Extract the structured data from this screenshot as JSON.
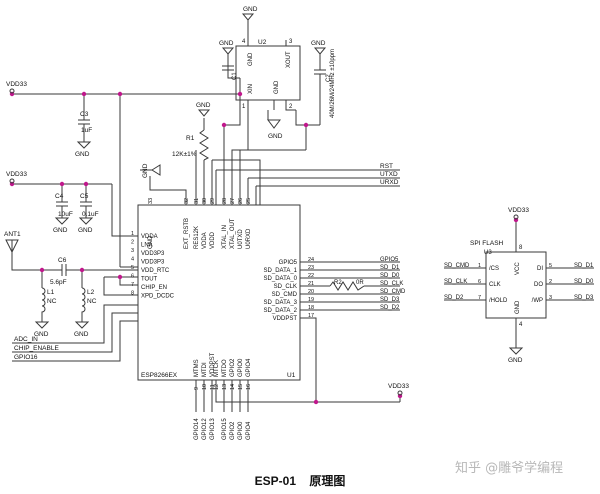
{
  "caption": {
    "model": "ESP-01",
    "subtitle": "原理图"
  },
  "watermark": "知乎 @雕爷学编程",
  "labels": {
    "gnd": "GND",
    "vdd33": "VDD33",
    "ant": "ANT1",
    "rst": "RST",
    "utxd": "UTXD",
    "urxd": "URXD",
    "adc": "ADC_IN",
    "chip_enable": "CHIP_ENABLE",
    "gpio16": "GPIO16"
  },
  "crystal": {
    "ref": "U2",
    "freq": "40M/26M/24MHz ±10ppm",
    "pin_gnd": "GND",
    "pin_xout": "XOUT",
    "pin_xin": "XIN",
    "pin_gnd2": "GND",
    "num_top_left": "4",
    "num_top_right": "3",
    "num_bot_left": "1",
    "num_bot_right": "2"
  },
  "caps": {
    "c1": "C1",
    "c2": "C2",
    "c3": "C3",
    "c3_val": "1uF",
    "c4": "C4",
    "c4_val": "10uF",
    "c5": "C5",
    "c5_val": "0.1uF",
    "c6": "C6",
    "c6_val": "5.6pF"
  },
  "resistors": {
    "r1": "R1",
    "r1_val": "12K±1%",
    "r2": "R2",
    "r2_val": "0R"
  },
  "inductors": {
    "l1": "L1",
    "l1_val": "NC",
    "l2": "L2",
    "l2_val": "NC"
  },
  "u1": {
    "name": "ESP8266EX",
    "ref": "U1",
    "left_pins": [
      {
        "name": "VDDA",
        "num": "1"
      },
      {
        "name": "LNA",
        "num": "2"
      },
      {
        "name": "VDD3P3",
        "num": "3"
      },
      {
        "name": "VDD3P3",
        "num": "4"
      },
      {
        "name": "VDD_RTC",
        "num": "5"
      },
      {
        "name": "TOUT",
        "num": "6"
      },
      {
        "name": "CHIP_EN",
        "num": "7"
      },
      {
        "name": "XPD_DCDC",
        "num": "8"
      }
    ],
    "right_pins": [
      {
        "name": "GPIO5",
        "num": "24"
      },
      {
        "name": "SD_DATA_1",
        "num": "23"
      },
      {
        "name": "SD_DATA_0",
        "num": "22"
      },
      {
        "name": "SD_CLK",
        "num": "21"
      },
      {
        "name": "SD_CMD",
        "num": "20"
      },
      {
        "name": "SD_DATA_3",
        "num": "19"
      },
      {
        "name": "SD_DATA_2",
        "num": "18"
      },
      {
        "name": "VDDPST",
        "num": "17"
      }
    ],
    "top_pins": [
      {
        "name": "GND",
        "num": "33"
      },
      {
        "name": "EXT_RSTB",
        "num": "32"
      },
      {
        "name": "RES12K",
        "num": "31"
      },
      {
        "name": "VDDA",
        "num": "30"
      },
      {
        "name": "VDDD",
        "num": "29"
      },
      {
        "name": "XTAL_IN",
        "num": "28"
      },
      {
        "name": "XTAL_OUT",
        "num": "27"
      },
      {
        "name": "U0TXD",
        "num": "26"
      },
      {
        "name": "U0RXD",
        "num": "25"
      }
    ],
    "bottom_pins": [
      {
        "name": "MTMS",
        "num": "9"
      },
      {
        "name": "MTDI",
        "num": "10"
      },
      {
        "name": "VDDPST",
        "num": "11"
      },
      {
        "name": "MTCK",
        "num": "12"
      },
      {
        "name": "MTDO",
        "num": "13"
      },
      {
        "name": "GPIO2",
        "num": "14"
      },
      {
        "name": "GPIO0",
        "num": "15"
      },
      {
        "name": "GPIO4",
        "num": "16"
      }
    ],
    "right_nets": [
      "GPIO5",
      "SD_D1",
      "SD_D0",
      "SD_CLK",
      "SD_CMD",
      "SD_D3",
      "SD_D2"
    ],
    "bottom_nets": [
      "GPIO14",
      "GPIO12",
      "GPIO13",
      "GPIO15",
      "GPIO2",
      "GPIO0",
      "GPIO4"
    ]
  },
  "flash": {
    "title": "SPI FLASH",
    "ref": "U3",
    "left_pins": [
      {
        "name": "/CS",
        "num": "1"
      },
      {
        "name": "CLK",
        "num": "6"
      },
      {
        "name": "/HOLD",
        "num": "7"
      }
    ],
    "right_pins": [
      {
        "name": "DI",
        "num": "5"
      },
      {
        "name": "DO",
        "num": "2"
      },
      {
        "name": "/WP",
        "num": "3"
      }
    ],
    "vcc": {
      "name": "VCC",
      "num": "8"
    },
    "gnd": {
      "name": "GND",
      "num": "4"
    },
    "left_nets": [
      "SD_CMD",
      "SD_CLK",
      "SD_D2"
    ],
    "right_nets": [
      "SD_D1",
      "SD_D0",
      "SD_D3"
    ]
  }
}
